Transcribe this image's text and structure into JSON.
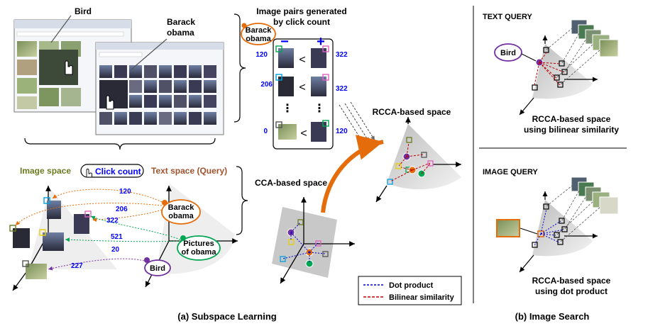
{
  "labels": {
    "bird_top": "Bird",
    "obama_top_1": "Barack",
    "obama_top_2": "obama",
    "pairs_title_1": "Image pairs generated",
    "pairs_title_2": "by click count",
    "pairs_query_1": "Barack",
    "pairs_query_2": "obama",
    "minus": "−",
    "plus": "+",
    "rcca_space_mid": "RCCA-based space",
    "cca_space": "CCA-based space",
    "image_space": "Image space",
    "click_count": "Click count",
    "text_space": "Text space (Query)",
    "legend_dot": "Dot product",
    "legend_bilinear": "Bilinear similarity",
    "caption_a": "(a) Subspace Learning",
    "caption_b": "(b) Image Search",
    "text_query": "TEXT QUERY",
    "image_query": "IMAGE QUERY",
    "bird_bubble_right": "Bird",
    "rcca_bilinear_1": "RCCA-based space",
    "rcca_bilinear_2": "using bilinear similarity",
    "rcca_dot_1": "RCCA-based space",
    "rcca_dot_2": "using dot product",
    "q_obama_1": "Barack",
    "q_obama_2": "obama",
    "q_pictures_1": "Pictures",
    "q_pictures_2": "of obama",
    "q_bird": "Bird",
    "less_than": "<",
    "vdots": "⋮"
  },
  "pair_counts": {
    "left": [
      "120",
      "206",
      "0"
    ],
    "right": [
      "322",
      "322",
      "120"
    ]
  },
  "click_counts": [
    "120",
    "206",
    "322",
    "521",
    "20",
    "227"
  ],
  "colors": {
    "orange": "#e46c0a",
    "green": "#00a651",
    "purple": "#7030a0",
    "blue": "#0000ff",
    "pink": "#e060c0",
    "yellow": "#e8d000",
    "cyan": "#00a0e0",
    "olive": "#6b7a1e",
    "brown": "#a0522d",
    "red_dash": "#c00000"
  }
}
